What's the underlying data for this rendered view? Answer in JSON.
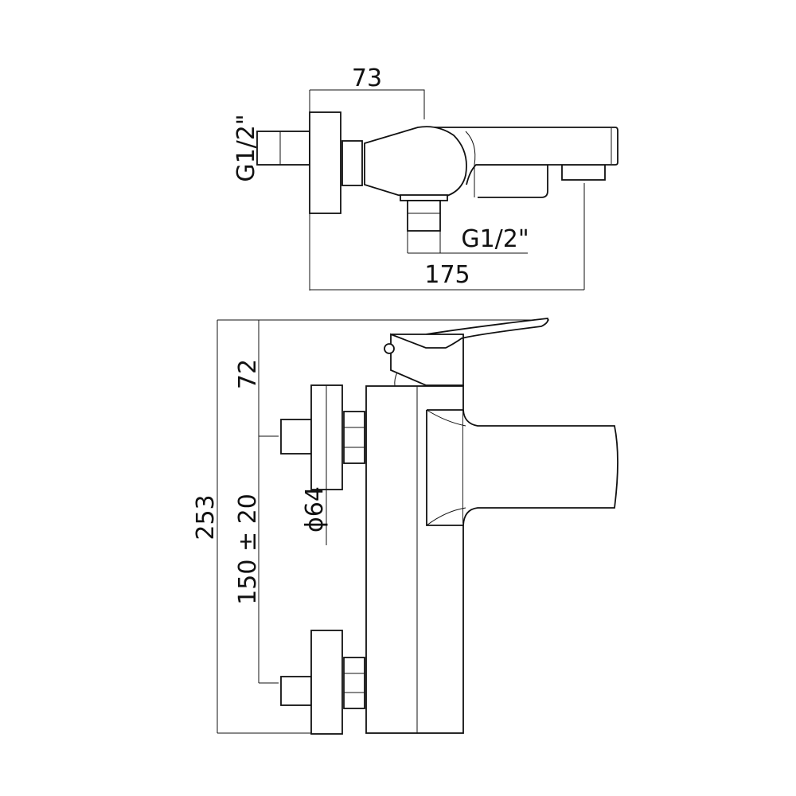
{
  "title": "Bath mixer dimension drawing",
  "top_view": {
    "dim_offset": "73",
    "dim_inlet_thread": "G1/2\"",
    "dim_outlet_thread": "G1/2\"",
    "dim_total_projection": "175"
  },
  "side_view": {
    "dim_total_height": "253",
    "dim_top_offset": "72",
    "dim_centers": "150 ± 20",
    "dim_plate_diameter": "ϕ64"
  },
  "colors": {
    "line": "#111111",
    "background": "#ffffff"
  }
}
